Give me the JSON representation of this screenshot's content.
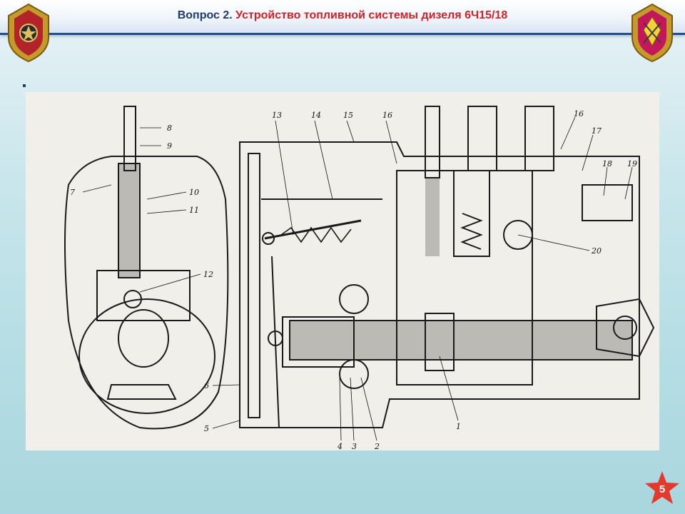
{
  "header": {
    "title_prefix": "Вопрос 2.",
    "title_main": "Устройство топливной системы дизеля 6Ч15/18"
  },
  "bullet": "▪",
  "figure": {
    "callouts": [
      "13",
      "14",
      "15",
      "16",
      "8",
      "9",
      "7",
      "10",
      "11",
      "12",
      "16",
      "17",
      "18",
      "19",
      "20",
      "6",
      "5",
      "4",
      "3",
      "2",
      "1"
    ]
  },
  "page_number": "5",
  "colors": {
    "header_border": "#1f4e9c",
    "title_dark": "#1f3a6e",
    "title_accent": "#d61f26",
    "star": "#e23a2e"
  }
}
